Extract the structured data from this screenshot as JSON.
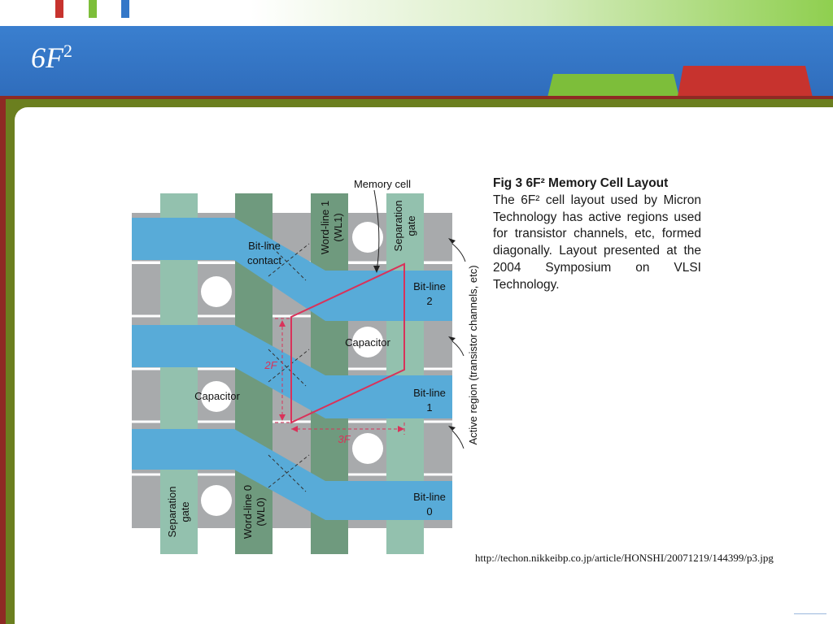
{
  "slide": {
    "title_base": "6F",
    "title_sup": "2"
  },
  "colors": {
    "header_blue": "#3377c8",
    "green_tab": "#7dbe3a",
    "red_tab": "#c7332e",
    "bitline": "#58abd8",
    "active": "#a8aaac",
    "wordline": "#6f9a7e",
    "sepgate": "#93c1ae",
    "cell": "#d9325a"
  },
  "diagram": {
    "memory_cell": "Memory cell",
    "bitline_contact": [
      "Bit-line",
      "contact"
    ],
    "wordline1": [
      "Word-line 1",
      "(WL1)"
    ],
    "wordline0": [
      "Word-line 0",
      "(WL0)"
    ],
    "sepgate_top": [
      "Separation",
      "gate"
    ],
    "sepgate_bottom": [
      "Separation",
      "gate"
    ],
    "bitline2": [
      "Bit-line",
      "2"
    ],
    "bitline1": [
      "Bit-line",
      "1"
    ],
    "bitline0": [
      "Bit-line",
      "0"
    ],
    "capacitor_right": "Capacitor",
    "capacitor_left": "Capacitor",
    "dim_2f": "2F",
    "dim_3f": "3F",
    "active_region": "Active region (transistor channels, etc)"
  },
  "caption": {
    "title": "Fig 3   6F² Memory Cell Layout",
    "text": "The 6F² cell layout used by Micron Technology has active regions used for transistor channels, etc, formed diagonally. Layout presented at the 2004 Symposium on VLSI Technology."
  },
  "source_url": "http://techon.nikkeibp.co.jp/article/HONSHI/20071219/144399/p3.jpg"
}
